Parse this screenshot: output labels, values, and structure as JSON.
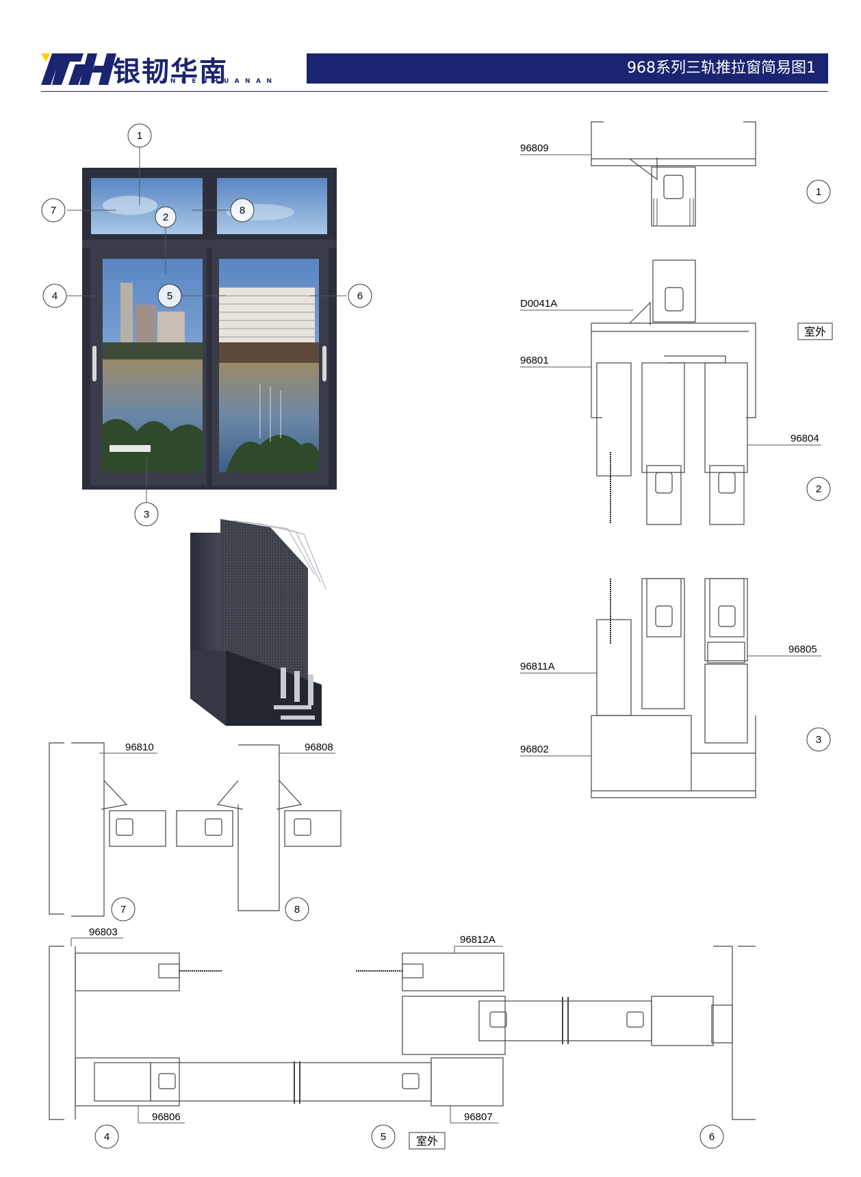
{
  "header": {
    "logo_mark": "YRHN",
    "brand_cn": "银韧华南",
    "brand_en": "YINRENHUANAN",
    "title": "968系列三轨推拉窗简易图1"
  },
  "colors": {
    "brand_navy": "#1b2470",
    "logo_yellow": "#f2d500",
    "frame": "#2e2f3d",
    "line": "#555555"
  },
  "callouts": {
    "c1": "1",
    "c2": "2",
    "c3": "3",
    "c4": "4",
    "c5": "5",
    "c6": "6",
    "c7": "7",
    "c8": "8"
  },
  "sections": {
    "s1": {
      "number": "1",
      "parts": [
        "96809"
      ]
    },
    "s2": {
      "number": "2",
      "parts": [
        "D0041A",
        "96801",
        "96804"
      ],
      "note": "室外"
    },
    "s3": {
      "number": "3",
      "parts": [
        "96811A",
        "96805",
        "96802"
      ]
    },
    "s7": {
      "number": "7",
      "parts": [
        "96810"
      ]
    },
    "s8": {
      "number": "8",
      "parts": [
        "96808"
      ]
    },
    "s456": {
      "numbers": [
        "4",
        "5",
        "6"
      ],
      "parts": [
        "96803",
        "96812A",
        "96806",
        "96807"
      ],
      "note": "室外"
    }
  }
}
